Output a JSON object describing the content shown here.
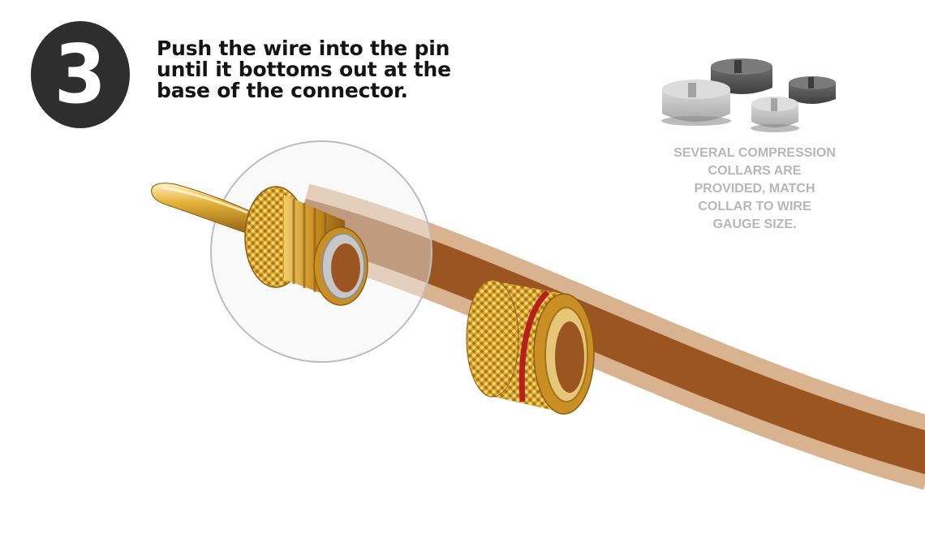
{
  "step": {
    "number": "3",
    "instruction_lines": [
      "Push the wire into the pin",
      "until it bottoms out at the",
      "base of the connector."
    ]
  },
  "note": {
    "lines": [
      "SEVERAL COMPRESSION",
      "COLLARS ARE",
      "PROVIDED, MATCH",
      "COLLAR TO WIRE",
      "GAUGE SIZE."
    ]
  },
  "icons": [
    "banana-pin-icon",
    "threaded-connector-icon",
    "compression-collar-icon",
    "wire-icon",
    "collar-set-icon"
  ],
  "colors": {
    "badge": "#2e2e2e",
    "title_text": "#141414",
    "note_text": "#b7b7b7",
    "wire_core": "#9a5520",
    "wire_jacket": "#d9b390",
    "gold": "#d4a22a",
    "red_band": "#b81e1e",
    "collar_light": "#bdbdbd",
    "collar_dark": "#555555"
  }
}
